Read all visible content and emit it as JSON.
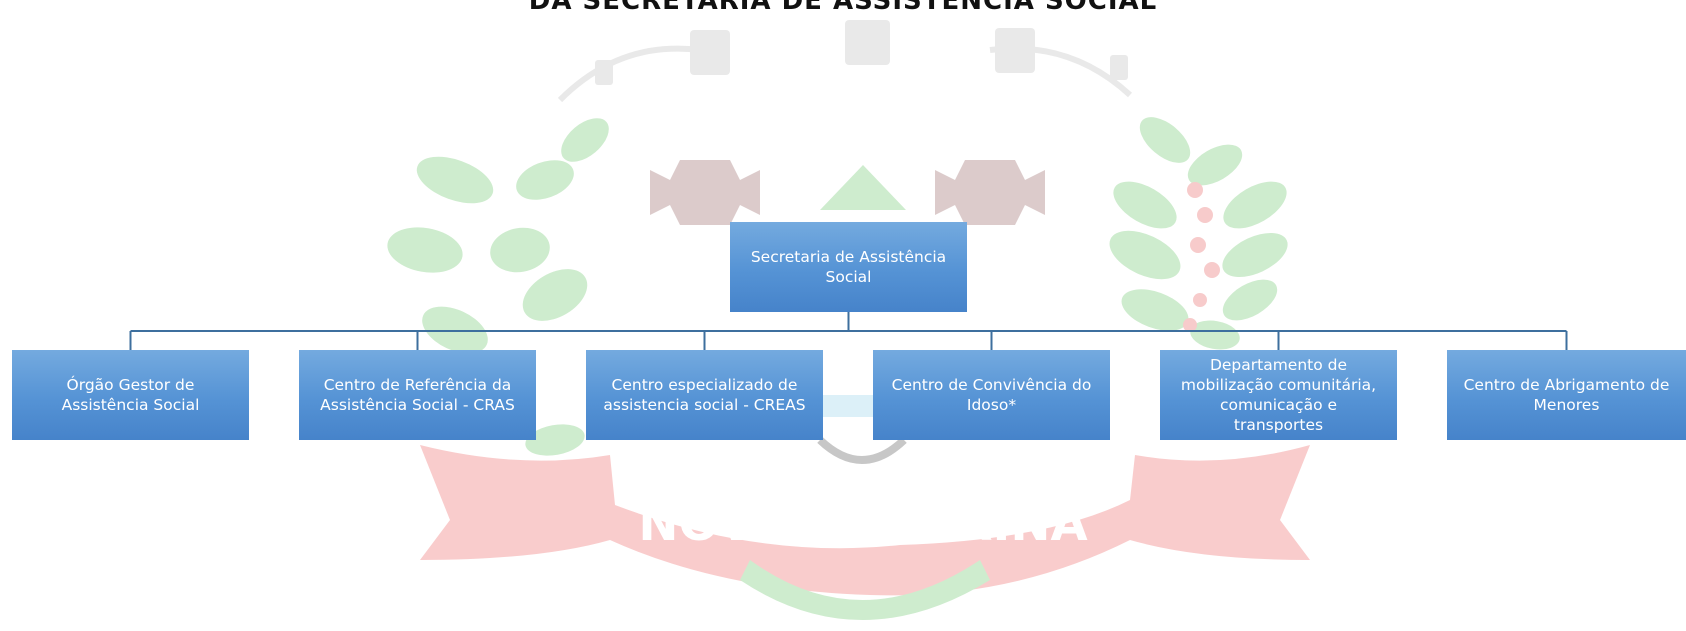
{
  "header": {
    "title": "DA SECRETARIA DE ASSISTÊNCIA SOCIAL"
  },
  "watermark": {
    "banner_text": "NOVA LONDRINA",
    "colors": {
      "green": "#8fd78f",
      "red": "#f08a8a",
      "maroon": "#b58a8a",
      "blue": "#a9d6ec",
      "gray": "#cfcfcf"
    }
  },
  "org_chart": {
    "root": {
      "label": "Secretaria de Assistência\nSocial"
    },
    "children": [
      {
        "label": "Órgão Gestor de\nAssistência Social"
      },
      {
        "label": "Centro de Referência da\nAssistência Social - CRAS"
      },
      {
        "label": "Centro especializado de\nassistencia social - CREAS"
      },
      {
        "label": "Centro de Convivência do\nIdoso*"
      },
      {
        "label": "Departamento de\nmobilização comunitária,\ncomunicação e\ntransportes"
      },
      {
        "label": "Centro de Abrigamento de\nMenores"
      }
    ],
    "colors": {
      "box_fill": "#5593d5",
      "box_text": "#ffffff",
      "connector": "#3d6f9e"
    }
  }
}
